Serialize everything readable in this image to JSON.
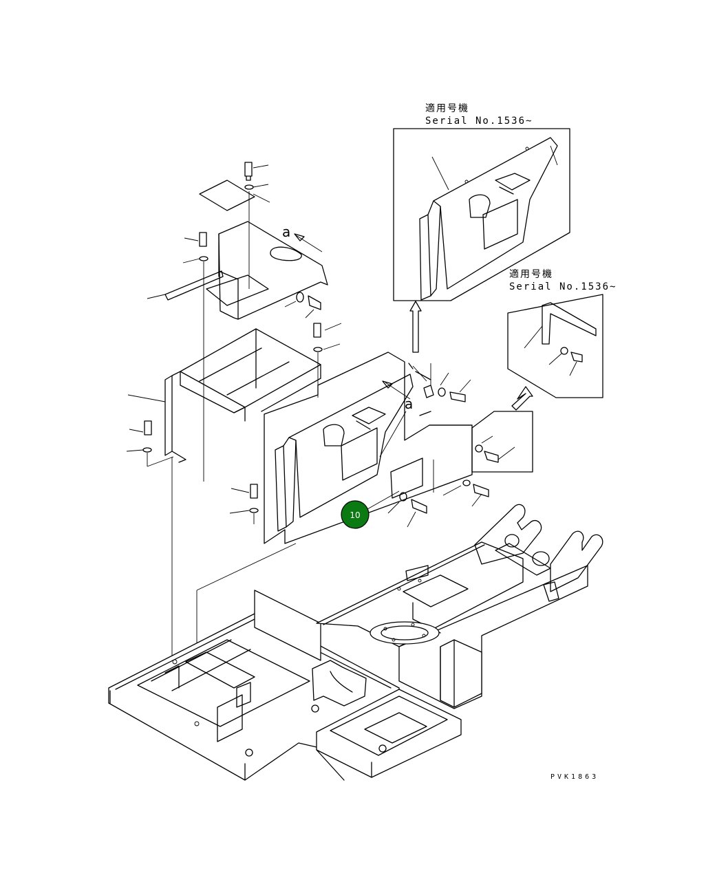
{
  "inset_upper": {
    "line1": "適用号機",
    "line2": "Serial No.1536~"
  },
  "inset_right": {
    "line1": "適用号機",
    "line2": "Serial No.1536~"
  },
  "view_labels": {
    "top": "a",
    "middle": "a"
  },
  "callouts": [
    {
      "label": "10",
      "color": "#0b7a12"
    }
  ],
  "drawing_code": "PVK1863"
}
